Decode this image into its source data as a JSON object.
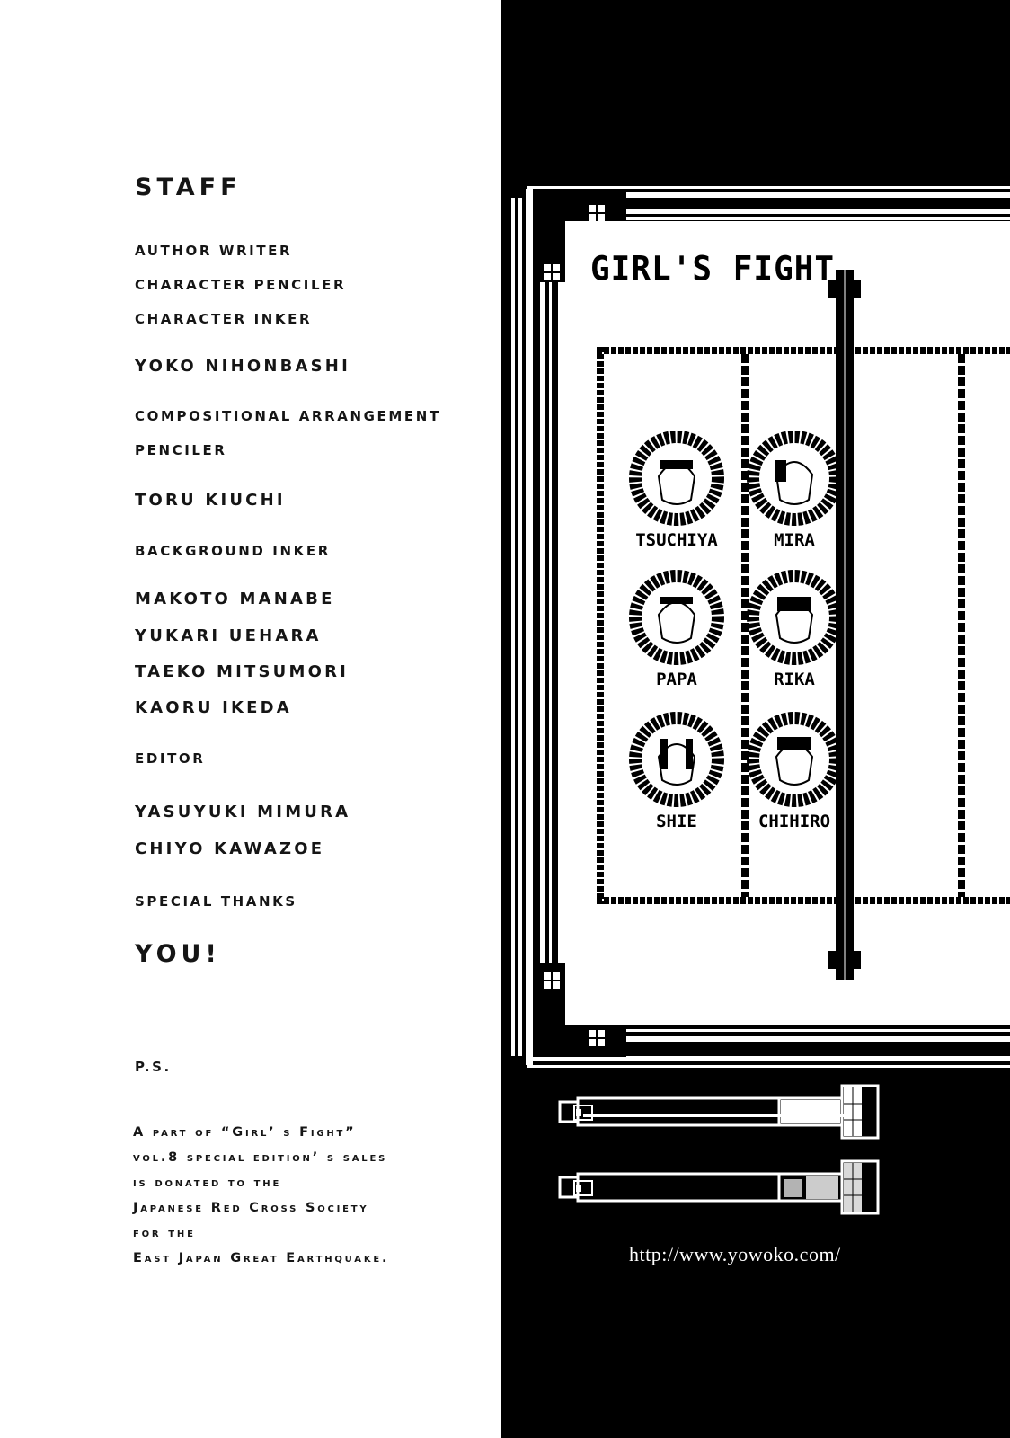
{
  "credits": {
    "heading": "STAFF",
    "role_author": "AUTHOR WRITER",
    "role_char_penciler": "CHARACTER PENCILER",
    "role_char_inker": "CHARACTER INKER",
    "name_yoko": "YOKO NIHONBASHI",
    "role_comp": "COMPOSITIONAL ARRANGEMENT",
    "role_penciler": "PENCILER",
    "name_toru": "TORU KIUCHI",
    "role_bg_inker": "BACKGROUND INKER",
    "name_makoto": "MAKOTO MANABE",
    "name_yukari": "YUKARI UEHARA",
    "name_taeko": "TAEKO MITSUMORI",
    "name_kaoru": "KAORU IKEDA",
    "role_editor": "EDITOR",
    "name_yasuyuki": "YASUYUKI MIMURA",
    "name_chiyo": "CHIYO KAWAZOE",
    "role_thanks": "SPECIAL THANKS",
    "name_you": "YOU!",
    "ps": "P.S.",
    "note_lines": [
      "A part of “Girl’ s Fight”",
      "vol.8 special edition’ s sales",
      "is donated to the",
      "Japanese Red Cross Society",
      "for the",
      "East Japan Great Earthquake."
    ]
  },
  "artwork": {
    "logo": "GIRL'S FIGHT",
    "characters": [
      "TSUCHIYA",
      "MIRA",
      "PAPA",
      "RIKA",
      "SHIE",
      "CHIHIRO"
    ],
    "url": "http://www.yowoko.com/",
    "colors": {
      "panel": "#000000",
      "paper": "#ffffff",
      "ink": "#111111"
    }
  }
}
